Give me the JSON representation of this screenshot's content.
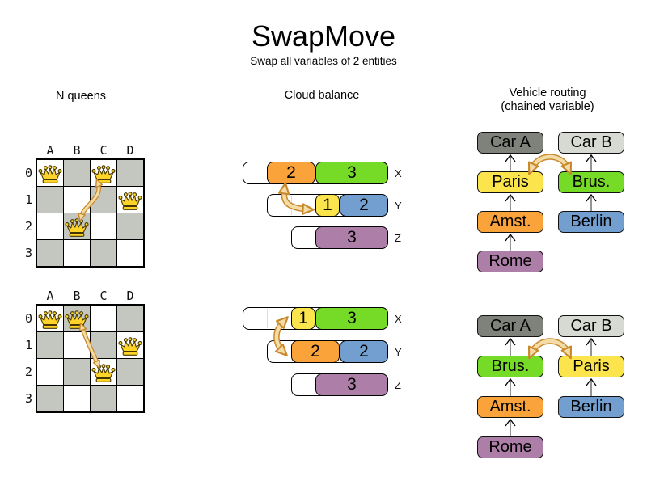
{
  "title": "SwapMove",
  "subtitle": "Swap all variables of 2 entities",
  "sections": {
    "nqueens": {
      "heading": "N queens",
      "col_labels": [
        "A",
        "B",
        "C",
        "D"
      ],
      "row_labels": [
        "0",
        "1",
        "2",
        "3"
      ],
      "boards": [
        {
          "id": "before",
          "queens": [
            "A0",
            "C0",
            "D1",
            "B2"
          ],
          "swap": [
            "C0",
            "B2"
          ]
        },
        {
          "id": "after",
          "queens": [
            "A0",
            "B0",
            "D1",
            "C2"
          ],
          "swap": [
            "B0",
            "C2"
          ]
        }
      ]
    },
    "cloud": {
      "heading": "Cloud balance",
      "states": [
        {
          "id": "before",
          "rows": [
            {
              "label": "X",
              "capacity": 6,
              "free": 1,
              "blocks": [
                {
                  "value": "2",
                  "color": "orange"
                },
                {
                  "value": "3",
                  "color": "green"
                }
              ]
            },
            {
              "label": "Y",
              "capacity": 5,
              "free": 2,
              "blocks": [
                {
                  "value": "1",
                  "color": "yellow"
                },
                {
                  "value": "2",
                  "color": "blue"
                }
              ]
            },
            {
              "label": "Z",
              "capacity": 4,
              "free": 1,
              "blocks": [
                {
                  "value": "3",
                  "color": "purple"
                }
              ]
            }
          ],
          "swap": [
            "2",
            "1"
          ]
        },
        {
          "id": "after",
          "rows": [
            {
              "label": "X",
              "capacity": 6,
              "free": 2,
              "blocks": [
                {
                  "value": "1",
                  "color": "yellow"
                },
                {
                  "value": "3",
                  "color": "green"
                }
              ]
            },
            {
              "label": "Y",
              "capacity": 5,
              "free": 1,
              "blocks": [
                {
                  "value": "2",
                  "color": "orange"
                },
                {
                  "value": "2",
                  "color": "blue"
                }
              ]
            },
            {
              "label": "Z",
              "capacity": 4,
              "free": 1,
              "blocks": [
                {
                  "value": "3",
                  "color": "purple"
                }
              ]
            }
          ],
          "swap": [
            "1",
            "2"
          ]
        }
      ]
    },
    "vehicle": {
      "heading_line1": "Vehicle routing",
      "heading_line2": "(chained variable)",
      "states": [
        {
          "id": "before",
          "chains": [
            {
              "boxes": [
                {
                  "label": "Car A",
                  "color": "car_dark"
                },
                {
                  "label": "Paris",
                  "color": "yellow"
                },
                {
                  "label": "Amst.",
                  "color": "orange"
                },
                {
                  "label": "Rome",
                  "color": "purple"
                }
              ]
            },
            {
              "boxes": [
                {
                  "label": "Car B",
                  "color": "car_light"
                },
                {
                  "label": "Brus.",
                  "color": "green"
                },
                {
                  "label": "Berlin",
                  "color": "blue"
                }
              ]
            }
          ],
          "swap": [
            "Paris",
            "Brus."
          ]
        },
        {
          "id": "after",
          "chains": [
            {
              "boxes": [
                {
                  "label": "Car A",
                  "color": "car_dark"
                },
                {
                  "label": "Brus.",
                  "color": "green"
                },
                {
                  "label": "Amst.",
                  "color": "orange"
                },
                {
                  "label": "Rome",
                  "color": "purple"
                }
              ]
            },
            {
              "boxes": [
                {
                  "label": "Car B",
                  "color": "car_light"
                },
                {
                  "label": "Paris",
                  "color": "yellow"
                },
                {
                  "label": "Berlin",
                  "color": "blue"
                }
              ]
            }
          ],
          "swap": [
            "Brus.",
            "Paris"
          ]
        }
      ]
    }
  },
  "colors": {
    "yellow": "#fbe44c",
    "orange": "#fba33b",
    "green": "#76db27",
    "blue": "#729fcf",
    "purple": "#ad7fa8",
    "car_dark": "#7f827b",
    "car_light": "#d6dad2",
    "board_gray": "#c3c7bf",
    "crown_gold": "#ffd42a",
    "arrow_fill": "#f3dca6",
    "arrow_stroke": "#c8882b"
  }
}
